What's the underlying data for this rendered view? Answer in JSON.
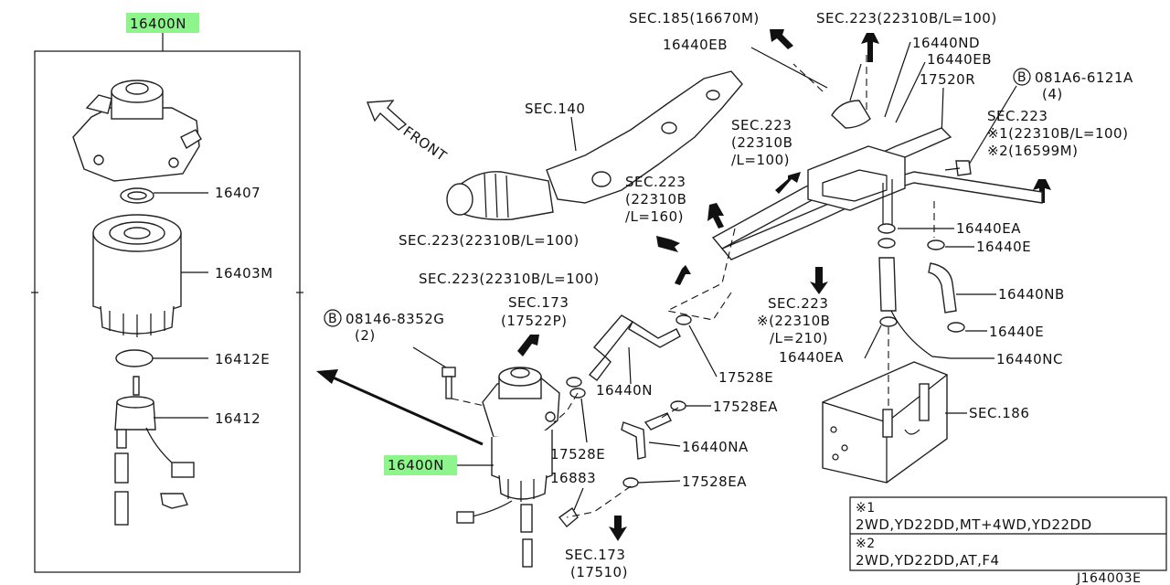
{
  "header": {
    "part_top": "16400N"
  },
  "front_label": "FRONT",
  "left_panel": [
    "16407",
    "16403M",
    "16412E",
    "16412"
  ],
  "labels": {
    "sec185": "SEC.185(16670M)",
    "sec223_top": "SEC.223(22310B/L=100)",
    "p16440EB_1": "16440EB",
    "p16440ND": "16440ND",
    "p16440EB_2": "16440EB",
    "p17520R": "17520R",
    "bolt_081": "081A6-6121A",
    "bolt_081_qty": "(4)",
    "sec140": "SEC.140",
    "sec223_r1": "SEC.223",
    "sec223_r2": "※1(22310B/L=100)",
    "sec223_r3": "※2(16599M)",
    "sec223_m1": "SEC.223",
    "sec223_m2": "(22310B",
    "sec223_m3": "/L=100)",
    "sec223_c1": "SEC.223",
    "sec223_c2": "(22310B",
    "sec223_c3": "/L=160)",
    "sec223_left1": "SEC.223(22310B/L=100)",
    "sec223_left2": "SEC.223(22310B/L=100)",
    "p16440EA_1": "16440EA",
    "p16440E_1": "16440E",
    "p16440NB": "16440NB",
    "p16440E_2": "16440E",
    "p16440NC": "16440NC",
    "p16440EA_2": "16440EA",
    "sec223_b1": "SEC.223",
    "sec223_b2": "※(22310B",
    "sec223_b3": "/L=210)",
    "bolt_081_46": "08146-8352G",
    "bolt_081_46_qty": "(2)",
    "sec173_1": "SEC.173",
    "sec173_2": "(17522P)",
    "p16440N": "16440N",
    "p17528E_1": "17528E",
    "p17528EA_1": "17528EA",
    "sec186": "SEC.186",
    "p16440NA": "16440NA",
    "p17528E_2": "17528E",
    "p16883": "16883",
    "p17528EA_2": "17528EA",
    "p16400N_main": "16400N",
    "sec173b_1": "SEC.173",
    "sec173b_2": "(17510)",
    "note1_mark": "※1",
    "note1_text": "2WD,YD22DD,MT+4WD,YD22DD",
    "note2_mark": "※2",
    "note2_text": "2WD,YD22DD,AT,F4",
    "diagram_code": "J164003E"
  },
  "bolt_symbol": "B",
  "colors": {
    "highlight": "#8ef58c",
    "ink": "#111111"
  }
}
